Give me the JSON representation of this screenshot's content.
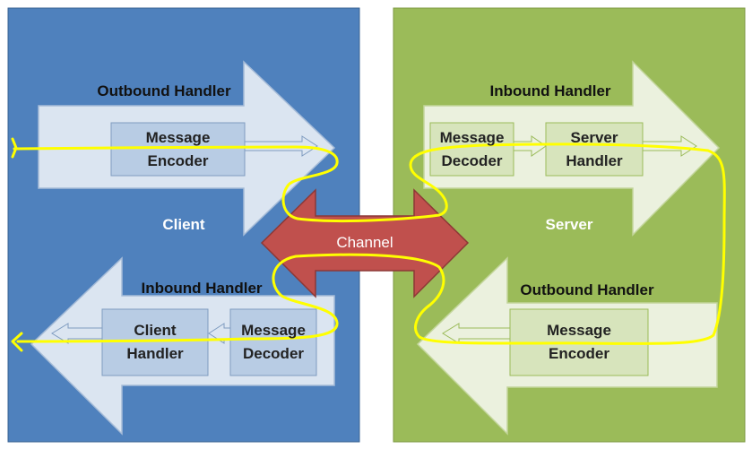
{
  "client": {
    "label": "Client",
    "outbound": {
      "title": "Outbound Handler",
      "encoder": [
        "Message",
        "Encoder"
      ]
    },
    "inbound": {
      "title": "Inbound Handler",
      "client_handler": [
        "Client",
        "Handler"
      ],
      "decoder": [
        "Message",
        "Decoder"
      ]
    }
  },
  "server": {
    "label": "Server",
    "inbound": {
      "title": "Inbound Handler",
      "decoder": [
        "Message",
        "Decoder"
      ],
      "server_handler": [
        "Server",
        "Handler"
      ]
    },
    "outbound": {
      "title": "Outbound Handler",
      "encoder": [
        "Message",
        "Encoder"
      ]
    }
  },
  "channel": {
    "label": "Channel"
  },
  "colors": {
    "client_panel": "#4f81bd",
    "server_panel": "#9bbb59",
    "channel": "#c0504d",
    "flow_line": "#ffff00"
  }
}
